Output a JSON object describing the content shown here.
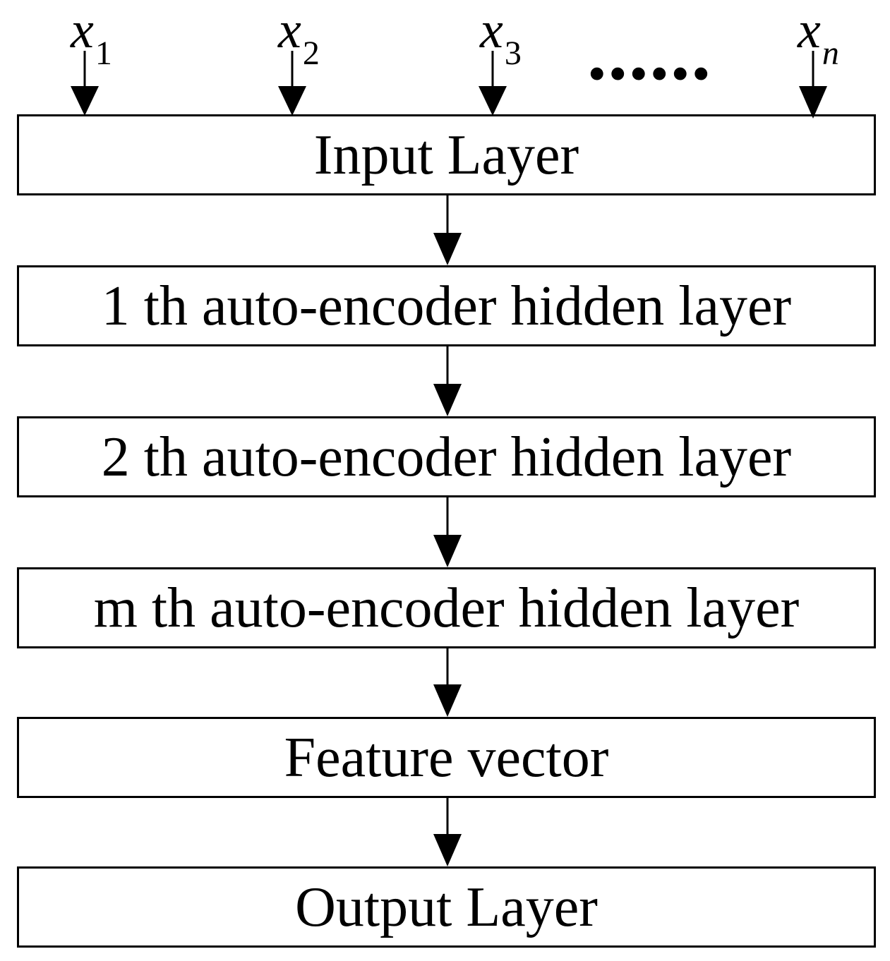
{
  "inputs": [
    {
      "symbol": "x",
      "subscript": "1"
    },
    {
      "symbol": "x",
      "subscript": "2"
    },
    {
      "symbol": "x",
      "subscript": "3"
    },
    {
      "symbol": "x",
      "subscript": "n"
    }
  ],
  "ellipsis": "......",
  "layers": [
    {
      "label": "Input Layer"
    },
    {
      "label": "1 th auto-encoder hidden layer"
    },
    {
      "label": "2 th auto-encoder hidden layer"
    },
    {
      "label": "m th auto-encoder hidden layer"
    },
    {
      "label": "Feature vector"
    },
    {
      "label": "Output Layer"
    }
  ],
  "colors": {
    "line": "#000000",
    "background": "#ffffff"
  }
}
